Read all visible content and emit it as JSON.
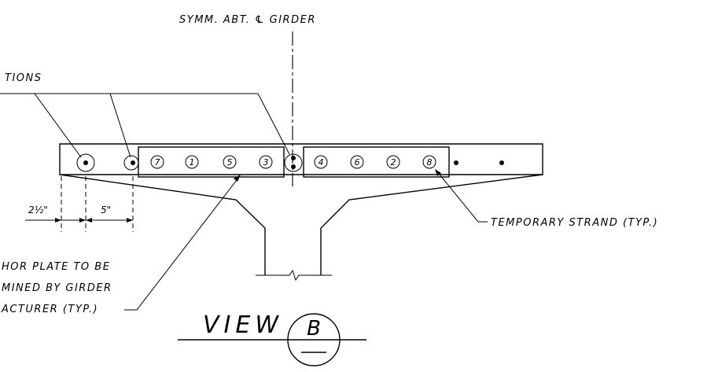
{
  "labels": {
    "centerline": "SYMM. ABT. ℄ GIRDER",
    "top_left": "TIONS",
    "temporary_strand": "TEMPORARY STRAND (TYP.)",
    "anchor_line1": "HOR PLATE TO BE",
    "anchor_line2": "MINED BY GIRDER",
    "anchor_line3": "ACTURER (TYP.)"
  },
  "dimensions": {
    "dim1": "2½\"",
    "dim2": "5\""
  },
  "strands": {
    "left_group": [
      "7",
      "1",
      "5",
      "3"
    ],
    "right_group": [
      "4",
      "6",
      "2",
      "8"
    ]
  },
  "title": {
    "text": "VIEW",
    "letter": "B"
  }
}
